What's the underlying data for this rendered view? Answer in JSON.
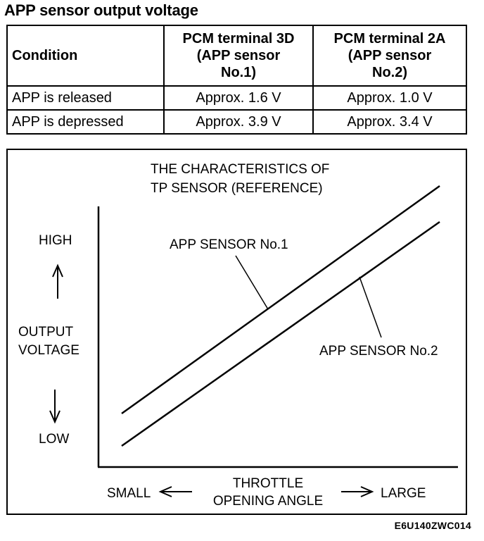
{
  "title": "APP sensor output voltage",
  "table": {
    "headers": [
      "Condition",
      "PCM terminal 3D\n(APP sensor\nNo.1)",
      "PCM terminal 2A\n(APP sensor\nNo.2)"
    ],
    "header_lines": [
      [
        "Condition"
      ],
      [
        "PCM terminal 3D",
        "(APP sensor",
        "No.1)"
      ],
      [
        "PCM terminal 2A",
        "(APP sensor",
        "No.2)"
      ]
    ],
    "rows": [
      [
        "APP is released",
        "Approx. 1.6 V",
        "Approx. 1.0 V"
      ],
      [
        "APP is depressed",
        "Approx. 3.9 V",
        "Approx. 3.4 V"
      ]
    ]
  },
  "chart": {
    "title_lines": [
      "THE CHARACTERISTICS OF",
      "TP SENSOR (REFERENCE)"
    ],
    "y_high": "HIGH",
    "y_label_lines": [
      "OUTPUT",
      "VOLTAGE"
    ],
    "y_low": "LOW",
    "x_small": "SMALL",
    "x_label_lines": [
      "THROTTLE",
      "OPENING ANGLE"
    ],
    "x_large": "LARGE",
    "series_labels": [
      "APP SENSOR No.1",
      "APP SENSOR No.2"
    ]
  },
  "figure_code": "E6U140ZWC014"
}
